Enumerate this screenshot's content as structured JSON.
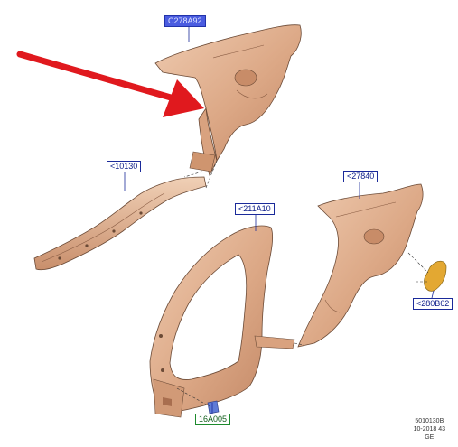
{
  "callouts": {
    "rear_quarter_upper": "C278A92",
    "sill_outer": "<10130",
    "rear_quarter_panel": "<27840",
    "body_side_front": "<211A10",
    "fuel_door_cover": "<280B62",
    "bracket_part": "16A005"
  },
  "stamp": {
    "line1": "5010130B",
    "line2": "10-2018 43",
    "line3": "GE"
  },
  "colors": {
    "panel_fill": "#e2b596",
    "panel_shade": "#c98f6c",
    "panel_edge": "#6b4a36",
    "arrow": "#e0191e",
    "leader": "#1a2a9a",
    "fuel_door": "#e3a832",
    "bracket": "#5f7bd6"
  }
}
